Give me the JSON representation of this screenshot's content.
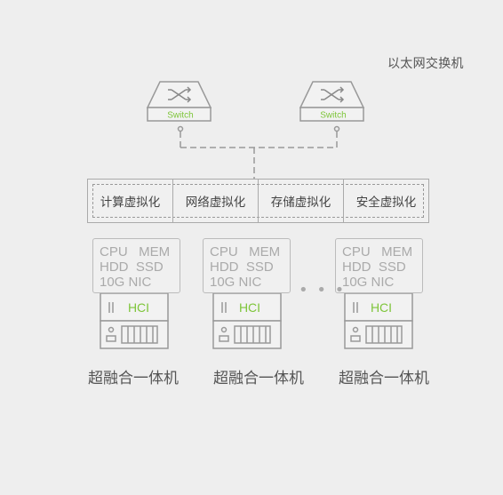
{
  "network": {
    "label": "以太网交换机",
    "switch_label": "Switch"
  },
  "virtualization": [
    "计算虚拟化",
    "网络虚拟化",
    "存储虚拟化",
    "安全虚拟化"
  ],
  "node": {
    "spec_lines": [
      "CPU   MEM",
      "HDD  SSD",
      "10G NIC"
    ],
    "hci_label": "HCI",
    "caption": "超融合一体机"
  },
  "ellipsis": "• • •",
  "colors": {
    "background": "#eeeeee",
    "line": "#999999",
    "accent_green": "#7ec53a"
  }
}
